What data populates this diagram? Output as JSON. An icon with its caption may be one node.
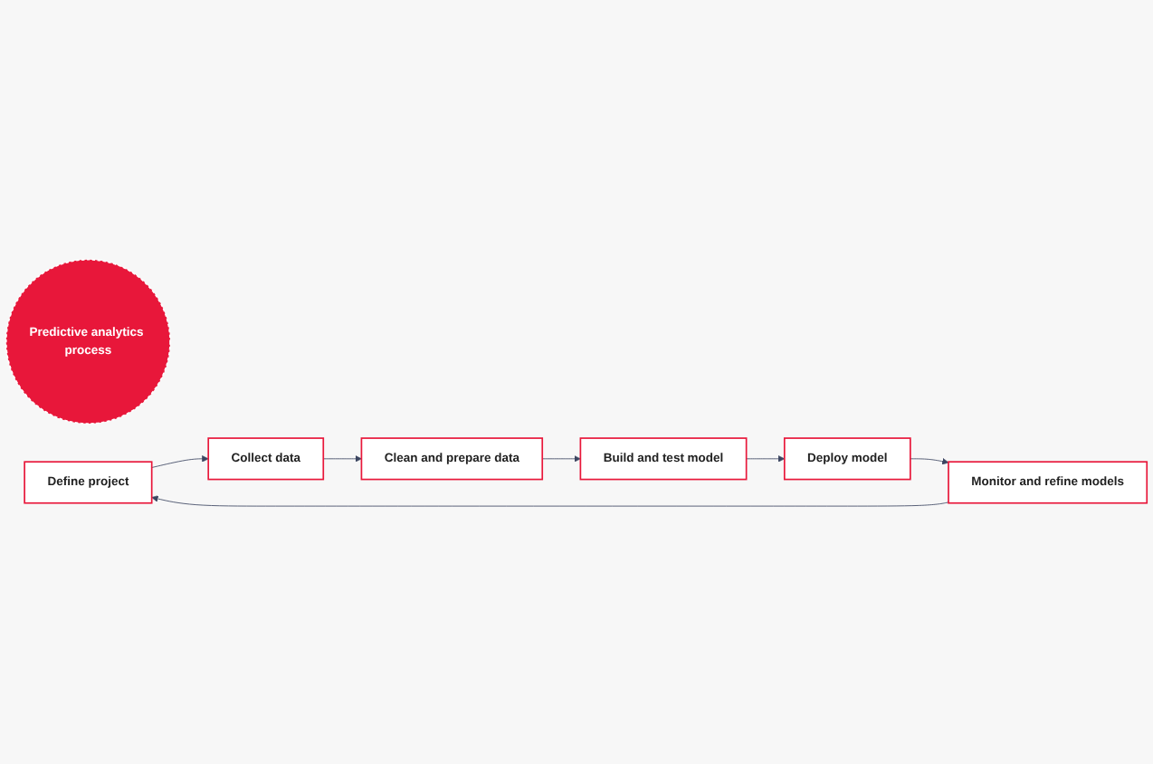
{
  "diagram": {
    "nodes": [
      {
        "text": [
          "Predictive analytics process"
        ]
      },
      {
        "text": [
          "Define project"
        ]
      },
      {
        "text": [
          "Collect data"
        ]
      },
      {
        "text": [
          "Clean and prepare data"
        ]
      },
      {
        "text": [
          "Build and test model"
        ]
      },
      {
        "text": [
          "Deploy model"
        ]
      },
      {
        "text": [
          "Monitor and refine models"
        ]
      }
    ],
    "edges": [
      {
        "from": 6,
        "to": 1,
        "arrow": "to"
      },
      {
        "from": 1,
        "to": 2,
        "arrow": "to"
      },
      {
        "from": 2,
        "to": 3,
        "arrow": "to"
      },
      {
        "from": 3,
        "to": 4,
        "arrow": "to"
      },
      {
        "from": 4,
        "to": 5,
        "arrow": "to"
      },
      {
        "from": 5,
        "to": 6,
        "arrow": "to"
      }
    ]
  }
}
